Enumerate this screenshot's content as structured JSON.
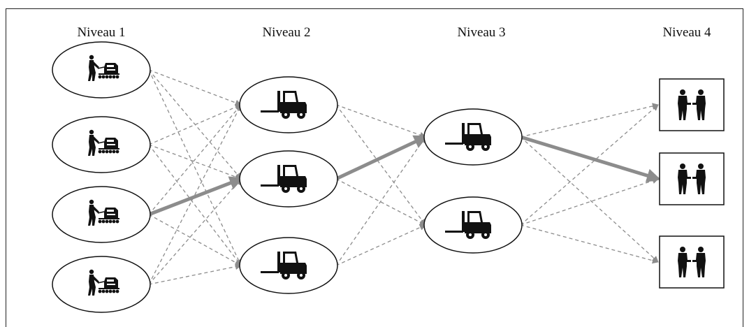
{
  "levels": [
    {
      "label": "Niveau 1",
      "node_icon": "worker-machine-icon",
      "node_shape": "ellipse",
      "count": 4
    },
    {
      "label": "Niveau 2",
      "node_icon": "forklift-icon",
      "node_shape": "ellipse",
      "count": 3
    },
    {
      "label": "Niveau 3",
      "node_icon": "forklift-icon",
      "node_icon_note": "",
      "node_shape": "ellipse",
      "count": 2
    },
    {
      "label": "Niveau 4",
      "node_icon": "people-handshake-icon",
      "node_shape": "rectangle",
      "count": 3
    }
  ],
  "highlighted_path": [
    [
      1,
      3
    ],
    [
      2,
      2
    ],
    [
      3,
      1
    ],
    [
      4,
      2
    ]
  ],
  "colors": {
    "dashed_edge": "#8c8c8c",
    "highlight_edge": "#8c8c8c",
    "node_border": "#111111",
    "icon": "#111111"
  }
}
